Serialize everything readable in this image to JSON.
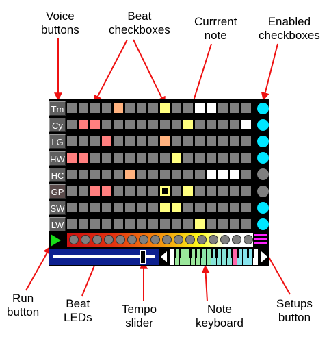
{
  "callouts": {
    "voice_buttons": [
      "Voice",
      "buttons"
    ],
    "beat_checkboxes": [
      "Beat",
      "checkboxes"
    ],
    "current_note": [
      "Currrent",
      "note"
    ],
    "enabled_checkboxes": [
      "Enabled",
      "checkboxes"
    ],
    "run_button": [
      "Run",
      "button"
    ],
    "beat_leds": [
      "Beat",
      "LEDs"
    ],
    "tempo_slider": [
      "Tempo",
      "slider"
    ],
    "note_keyboard": [
      "Note",
      "keyboard"
    ],
    "setups_button": [
      "Setups",
      "button"
    ]
  },
  "voices": [
    {
      "label": "Tm",
      "enabled": true
    },
    {
      "label": "Cy",
      "enabled": true
    },
    {
      "label": "LG",
      "enabled": true
    },
    {
      "label": "HW",
      "enabled": true
    },
    {
      "label": "HC",
      "enabled": false
    },
    {
      "label": "GP",
      "enabled": false
    },
    {
      "label": "SW",
      "enabled": true
    },
    {
      "label": "LW",
      "enabled": true
    }
  ],
  "selected_voice": 5,
  "beat_grid": [
    [
      "g",
      "g",
      "g",
      "g",
      "o",
      "g",
      "g",
      "g",
      "y",
      "g",
      "g",
      "w",
      "w",
      "g",
      "g",
      "g"
    ],
    [
      "g",
      "p",
      "p",
      "g",
      "g",
      "g",
      "g",
      "g",
      "g",
      "g",
      "y",
      "g",
      "g",
      "g",
      "g",
      "w"
    ],
    [
      "g",
      "g",
      "g",
      "p",
      "g",
      "g",
      "g",
      "g",
      "o",
      "g",
      "g",
      "g",
      "g",
      "g",
      "g",
      "g"
    ],
    [
      "p",
      "p",
      "g",
      "g",
      "g",
      "g",
      "g",
      "g",
      "g",
      "y",
      "g",
      "g",
      "g",
      "g",
      "g",
      "g"
    ],
    [
      "g",
      "g",
      "g",
      "g",
      "g",
      "o",
      "g",
      "g",
      "g",
      "g",
      "g",
      "g",
      "w",
      "w",
      "w",
      "g"
    ],
    [
      "g",
      "g",
      "p",
      "p",
      "g",
      "g",
      "g",
      "g",
      "c",
      "g",
      "y",
      "g",
      "g",
      "g",
      "g",
      "g"
    ],
    [
      "g",
      "g",
      "g",
      "g",
      "g",
      "g",
      "g",
      "g",
      "y",
      "y",
      "g",
      "g",
      "g",
      "g",
      "g",
      "g"
    ],
    [
      "g",
      "g",
      "g",
      "g",
      "g",
      "g",
      "g",
      "g",
      "g",
      "g",
      "g",
      "y",
      "g",
      "g",
      "g",
      "g"
    ]
  ],
  "current_note": {
    "voice": 5,
    "beat": 8
  },
  "colors": {
    "off": "#7f7f7f",
    "pink": "#ff7f7f",
    "orange": "#ffb27f",
    "yellow": "#ffff7f",
    "white": "#ffffff",
    "enabled": "#00e6ff",
    "disabled": "#7f7f7f",
    "run": "#19e019",
    "setups": "#ff20ff"
  },
  "beat_leds": {
    "count": 16,
    "lit": []
  },
  "tempo": {
    "position": 0.89
  },
  "keyboard": {
    "left_arrow_icon": "triangle-left-icon",
    "right_arrow_icon": "triangle-right-icon",
    "key_colors": [
      "#ffffff",
      "#9be79b",
      "#9be79b",
      "#9be79b",
      "#9be79b",
      "#9be79b",
      "#8ce6a8",
      "#8ce6a8",
      "#86e4d9",
      "#86e4d9",
      "#86e4d9",
      "#86e4d9",
      "#ff66aa",
      "#86e4ee",
      "#86e4ee",
      "#86e4ee",
      "#ffffff"
    ]
  },
  "icons": {
    "run": "play-triangle-icon",
    "setups": "menu-lines-icon"
  }
}
